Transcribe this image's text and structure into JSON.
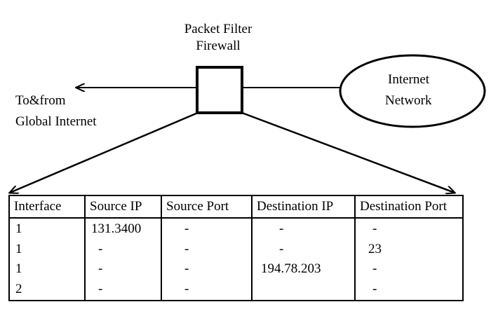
{
  "firewall": {
    "title_line1": "Packet Filter",
    "title_line2": "Firewall"
  },
  "global": {
    "line1": "To&from",
    "line2": "Global Internet"
  },
  "internet": {
    "line1": "Internet",
    "line2": "Network"
  },
  "table": {
    "headers": [
      "Interface",
      "Source IP",
      "Source Port",
      "Destination IP",
      "Destination Port"
    ],
    "rows": [
      [
        "1",
        "131.3400",
        "-",
        "-",
        "-"
      ],
      [
        "1",
        "-",
        "-",
        "-",
        "23"
      ],
      [
        "1",
        "-",
        "-",
        "194.78.203",
        "-"
      ],
      [
        "2",
        "-",
        "-",
        "",
        "-"
      ]
    ]
  }
}
